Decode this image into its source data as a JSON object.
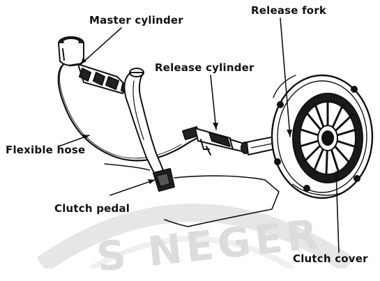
{
  "labels": {
    "master_cylinder": "Master cylinder",
    "release_fork": "Release fork",
    "release_cylinder": "Release cylinder",
    "flexible_hose": "Flexible hose",
    "clutch_pedal": "Clutch pedal",
    "clutch_cover": "Clutch cover"
  },
  "watermark": {
    "text": "S NEGER"
  },
  "colors": {
    "ink": "#111111",
    "watermark": "#dcdcdc",
    "background": "#ffffff"
  }
}
